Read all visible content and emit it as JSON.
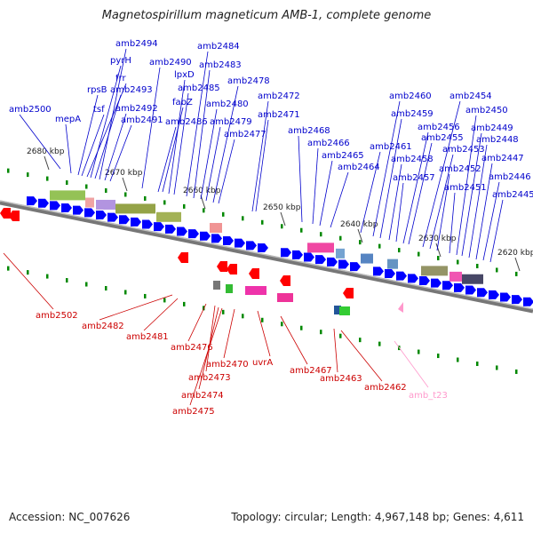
{
  "title": "Magnetospirillum magneticum AMB-1, complete genome",
  "footer": {
    "accession": "Accession: NC_007626",
    "summary": "Topology: circular; Length: 4,967,148 bp; Genes: 4,611"
  },
  "colors": {
    "forward_label": "#0000cc",
    "reverse_label": "#cc0000",
    "trna_label": "#ff99cc",
    "forward_gene": "#0000ff",
    "reverse_gene": "#ff0000",
    "tick": "#008800"
  },
  "scale_ticks": [
    {
      "label": "2680 kbp"
    },
    {
      "label": "2670 kbp"
    },
    {
      "label": "2660 kbp"
    },
    {
      "label": "2650 kbp"
    },
    {
      "label": "2640 kbp"
    },
    {
      "label": "2630 kbp"
    },
    {
      "label": "2620 kbp"
    }
  ],
  "forward_labels": [
    "amb2500",
    "mepA",
    "rpsB",
    "tsf",
    "frr",
    "pyrH",
    "amb2493",
    "amb2494",
    "amb2492",
    "amb2491",
    "amb2490",
    "amb2486",
    "fabZ",
    "lpxD",
    "amb2485",
    "amb2484",
    "amb2483",
    "amb2480",
    "amb2479",
    "amb2478",
    "amb2477",
    "amb2472",
    "amb2471",
    "amb2468",
    "amb2466",
    "amb2465",
    "amb2464",
    "amb2461",
    "amb2460",
    "amb2459",
    "amb2458",
    "amb2457",
    "amb2456",
    "amb2455",
    "amb2454",
    "amb2453",
    "amb2452",
    "amb2451",
    "amb2450",
    "amb2449",
    "amb2448",
    "amb2447",
    "amb2446",
    "amb2445"
  ],
  "reverse_labels": [
    "amb2502",
    "amb2482",
    "amb2481",
    "amb2476",
    "amb2473",
    "amb2474",
    "amb2475",
    "amb2470",
    "uvrA",
    "amb2467",
    "amb2463",
    "amb2462"
  ],
  "trna_labels": [
    "amb_t23"
  ]
}
